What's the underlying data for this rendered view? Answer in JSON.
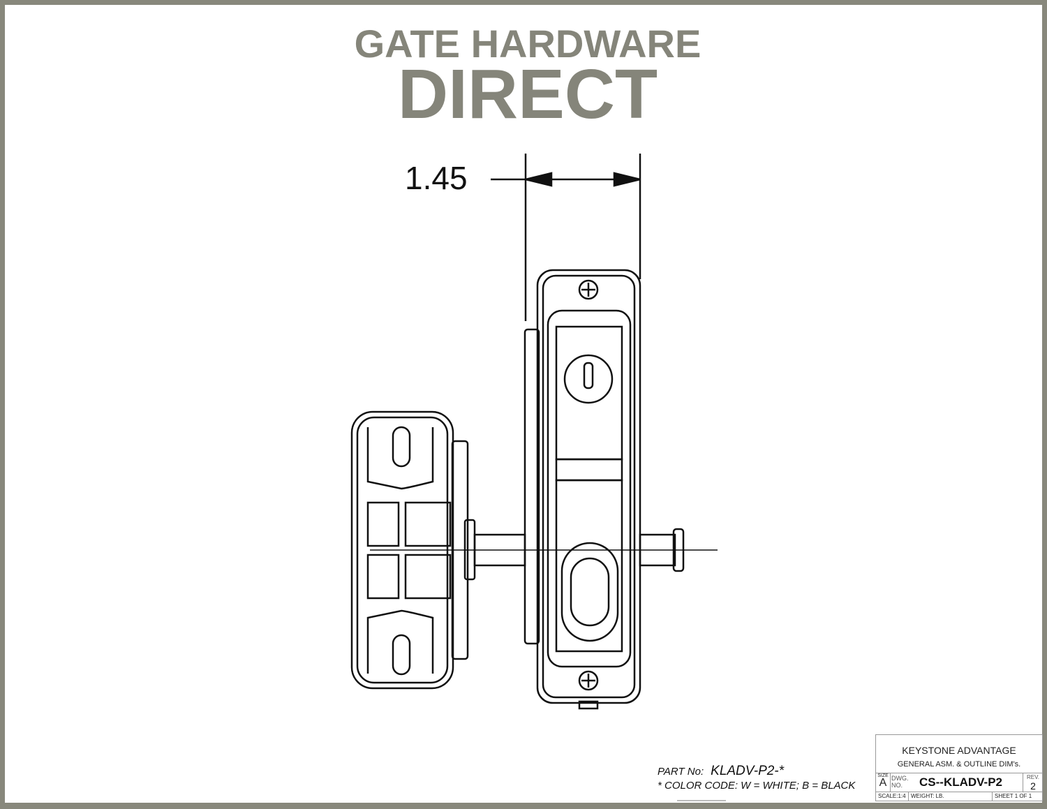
{
  "brand": {
    "line1": "GATE HARDWARE",
    "line2": "DIRECT"
  },
  "dimension": "1.45",
  "part": {
    "label": "PART No:",
    "number": "KLADV-P2-*",
    "color_code": "* COLOR CODE:  W = WHITE;  B = BLACK"
  },
  "title_block": {
    "title": "KEYSTONE ADVANTAGE",
    "subtitle": "GENERAL ASM. & OUTLINE DIM's.",
    "size_label": "SIZE",
    "size": "A",
    "dwg_label": "DWG. NO.",
    "dwg_no": "CS--KLADV-P2",
    "rev_label": "REV.",
    "rev": "2",
    "scale": "SCALE:1:4",
    "weight": "WEIGHT:  LB.",
    "sheet": "SHEET 1 OF 1"
  },
  "colors": {
    "border": "#88887c",
    "brand": "#85857a"
  }
}
